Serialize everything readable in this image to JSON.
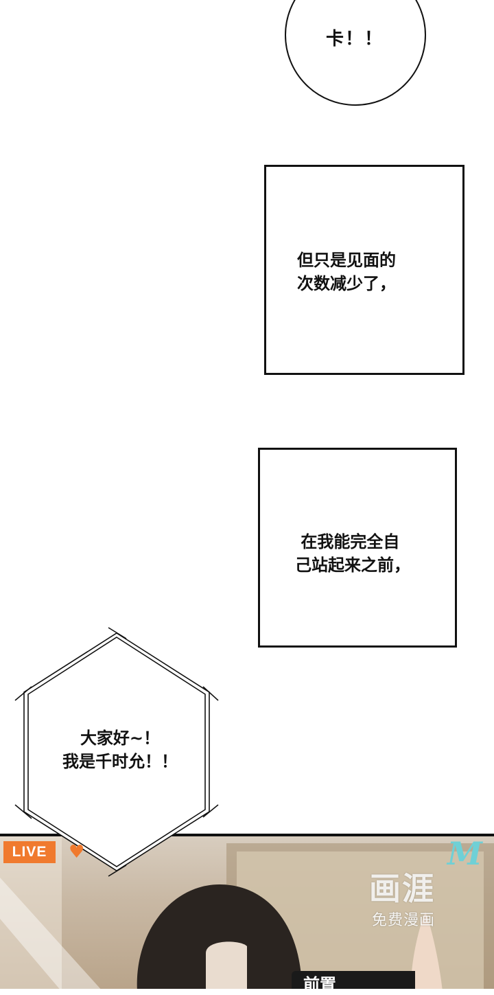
{
  "bubbles": {
    "shout": "卡！！"
  },
  "captions": {
    "box1": "但只是见面的\n次数减少了，",
    "box2": " 在我能完全自\n己站起来之前，"
  },
  "hexagon": {
    "line1": "大家好~！",
    "line2": "我是千时允！！"
  },
  "stream": {
    "live_label": "LIVE",
    "heart_icon": "heart-icon",
    "subtitle_partial": "前置"
  },
  "watermark": {
    "logo_letter": "M",
    "logo_color": "#6fd0d6",
    "brand": "画涯",
    "tagline": "免费漫画"
  },
  "colors": {
    "live_badge": "#f07a2e",
    "ink": "#111111"
  }
}
